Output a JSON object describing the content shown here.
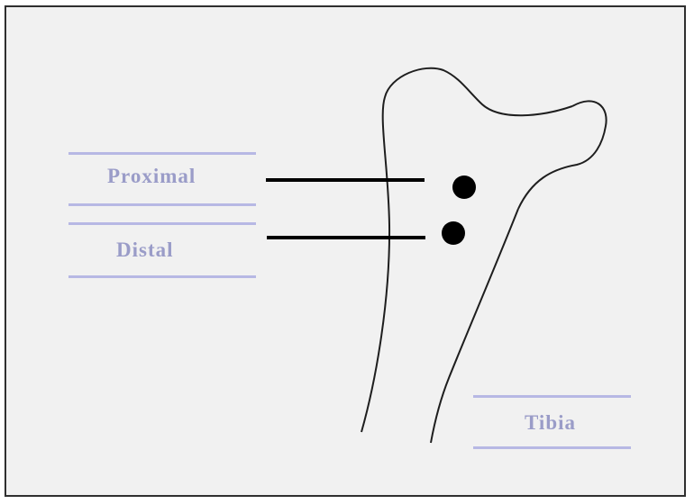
{
  "labels": {
    "proximal": "Proximal",
    "distal": "Distal",
    "tibia": "Tibia"
  },
  "colors": {
    "label_text": "#9a9cc8",
    "label_rule": "#b7b8e4",
    "outline": "#1e1e1e",
    "marker": "#000000",
    "background": "#f1f1f1",
    "frame_border": "#2f2f2f"
  }
}
